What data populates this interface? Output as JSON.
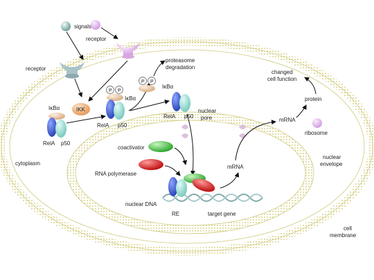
{
  "labels": {
    "signals": "signals",
    "receptor_top": "receptor",
    "receptor_left": "receptor",
    "ikk": "IKK",
    "proteasome": "proteasome",
    "degradation": "degradation",
    "ikba_1": "IκBα",
    "ikba_2": "IκBα",
    "ikba_3": "IκBα",
    "p_1": "P",
    "p_2": "P",
    "p_3": "P",
    "p_4": "P",
    "rela_1": "RelA",
    "p50_1": "p50",
    "rela_2": "RelA",
    "p50_2": "p50",
    "rela_3": "RelA",
    "p50_3": "p50",
    "nuclear": "nuclear",
    "pore": "pore",
    "cytoplasm": "cytoplasm",
    "coactivator": "coactivator",
    "rna_polymerase": "RNA polymerase",
    "nuclear_dna": "nuclear DNA",
    "re": "RE",
    "target_gene": "target gene",
    "mrna_nucleus": "mRNA",
    "mrna_cyto": "mRNA",
    "ribosome": "ribosome",
    "protein": "protein",
    "changed": "changed",
    "cell_function": "cell function",
    "nuclear_envelope_1": "nuclear",
    "nuclear_envelope_2": "envelope",
    "cell_membrane_1": "cell",
    "cell_membrane_2": "membrane"
  },
  "colors": {
    "membrane": "#f2efbe",
    "membrane_stroke": "#d9d48a",
    "rela": "#3355cc",
    "p50": "#8fd6cf",
    "ikba": "#e8c6a6",
    "ikk": "#f2b98a",
    "receptor_top": "#e6c8e6",
    "receptor_left": "#a9c3c9",
    "coactivator": "#44bb44",
    "rna_polymerase": "#dd2222",
    "signal_teal": "#8fb8b4",
    "signal_lilac": "#e4b8ec",
    "dna": "#7fa8a8"
  }
}
